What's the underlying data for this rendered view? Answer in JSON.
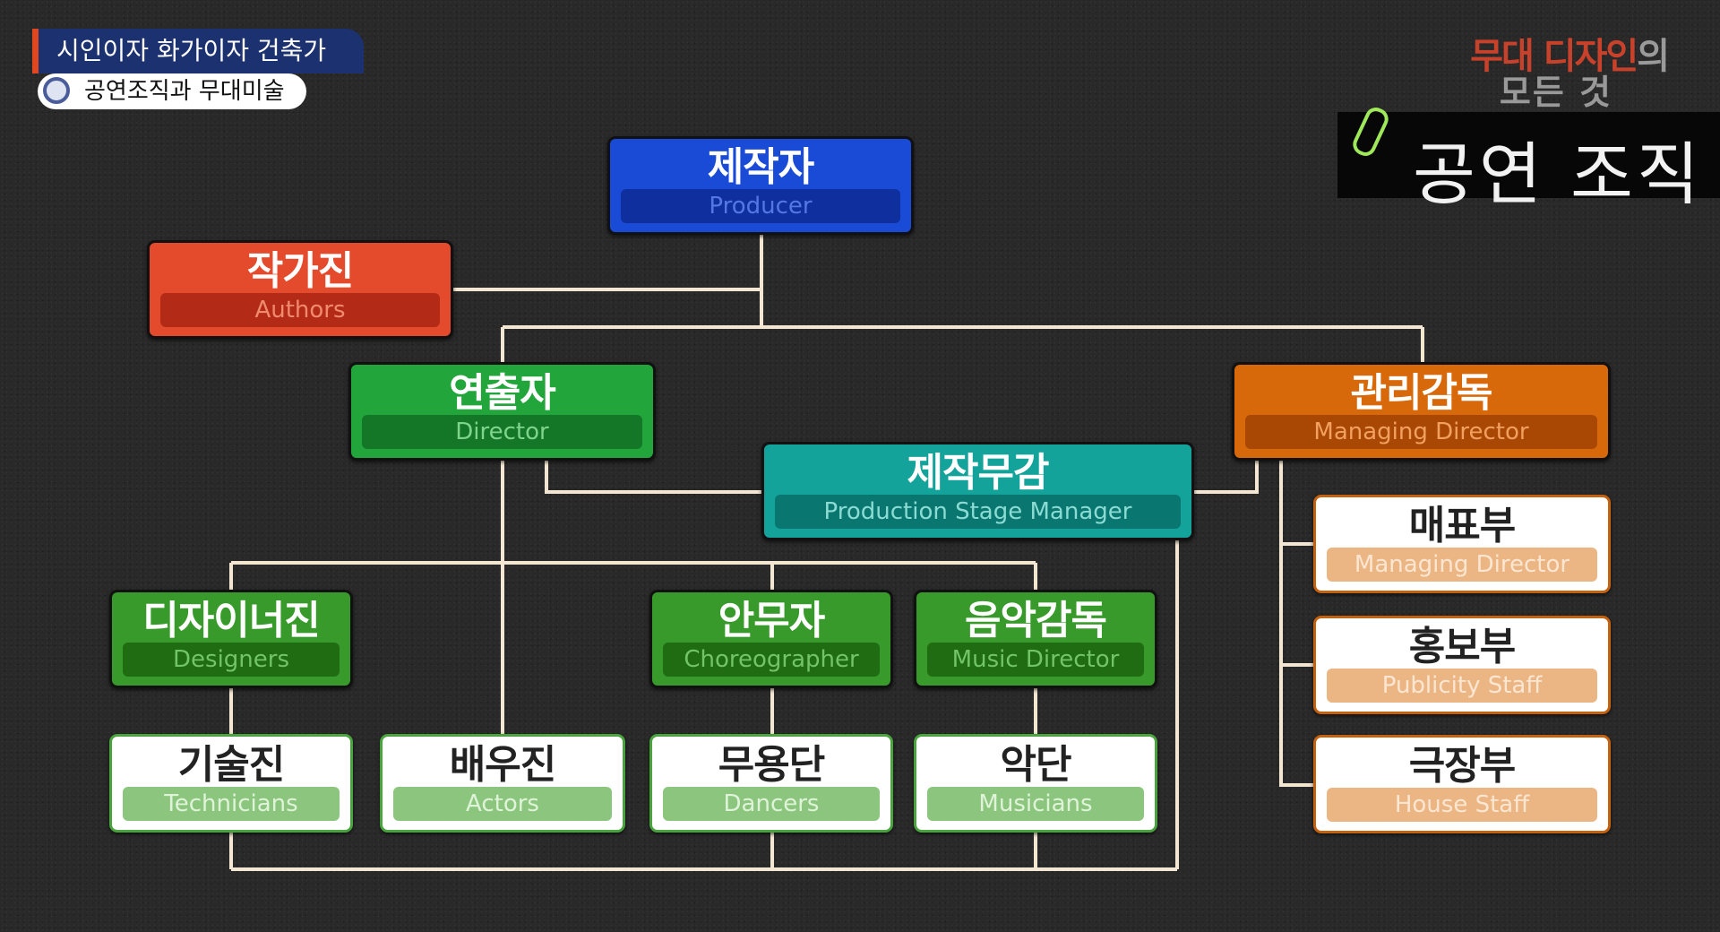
{
  "header": {
    "series_title": "시인이자 화가이자 건축가",
    "episode_title": "공연조직과 무대미술"
  },
  "logo": {
    "line1_red": "무대 디자인",
    "line1_gray": "의",
    "line2": "모든 것"
  },
  "section_title": "공연 조직",
  "colors": {
    "line": "#f3e6d2",
    "producer": "#1a4bd6",
    "authors": "#e44a2c",
    "director": "#22a63c",
    "managing": "#d8690a",
    "psm": "#14a39b"
  },
  "org": {
    "producer": {
      "kr": "제작자",
      "en": "Producer"
    },
    "authors": {
      "kr": "작가진",
      "en": "Authors"
    },
    "director": {
      "kr": "연출자",
      "en": "Director"
    },
    "managing_director": {
      "kr": "관리감독",
      "en": "Managing Director"
    },
    "psm": {
      "kr": "제작무감",
      "en": "Production Stage Manager"
    },
    "designers": {
      "kr": "디자이너진",
      "en": "Designers"
    },
    "choreographer": {
      "kr": "안무자",
      "en": "Choreographer"
    },
    "music_director": {
      "kr": "음악감독",
      "en": "Music Director"
    },
    "technicians": {
      "kr": "기술진",
      "en": "Technicians"
    },
    "actors": {
      "kr": "배우진",
      "en": "Actors"
    },
    "dancers": {
      "kr": "무용단",
      "en": "Dancers"
    },
    "musicians": {
      "kr": "악단",
      "en": "Musicians"
    },
    "box_office": {
      "kr": "매표부",
      "en": "Managing Director"
    },
    "publicity": {
      "kr": "홍보부",
      "en": "Publicity Staff"
    },
    "house": {
      "kr": "극장부",
      "en": "House Staff"
    }
  }
}
